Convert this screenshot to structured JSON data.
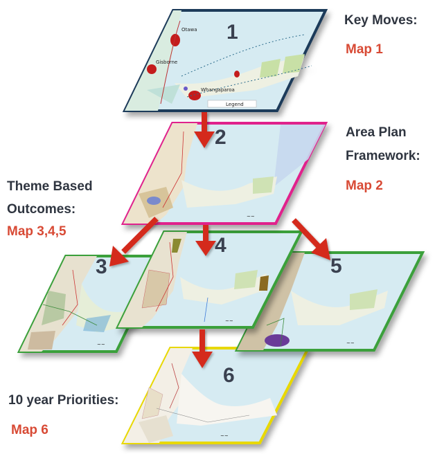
{
  "labels": {
    "key_moves_title": "Key Moves:",
    "key_moves_map": "Map 1",
    "area_plan_title_1": "Area Plan",
    "area_plan_title_2": "Framework:",
    "area_plan_map": "Map 2",
    "theme_title_1": "Theme Based",
    "theme_title_2": "Outcomes:",
    "theme_map": "Map 3,4,5",
    "priorities_title": "10 year Priorities:",
    "priorities_map": "Map 6"
  },
  "maps": [
    {
      "number": "1",
      "border_color": "#1f3a5a"
    },
    {
      "number": "2",
      "border_color": "#e0208c"
    },
    {
      "number": "3",
      "border_color": "#3aa03a"
    },
    {
      "number": "4",
      "border_color": "#3aa03a"
    },
    {
      "number": "5",
      "border_color": "#3aa03a"
    },
    {
      "number": "6",
      "border_color": "#e8d800"
    }
  ],
  "map1_places": [
    "Otawa",
    "Gisborne",
    "Whangaparoa",
    "Legend"
  ],
  "colors": {
    "text_dark": "#2f3540",
    "text_red": "#d84a35",
    "arrow_red": "#d42a1e",
    "sea": "#d6ebf2",
    "land": "#f3efe6"
  }
}
